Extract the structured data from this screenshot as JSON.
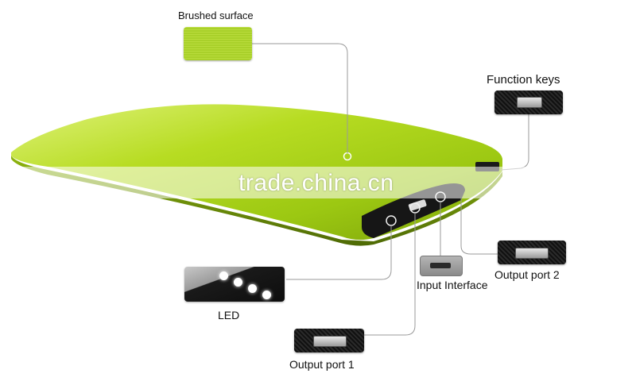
{
  "labels": {
    "brushed_surface": "Brushed surface",
    "function_keys": "Function keys",
    "output_port_2": "Output port 2",
    "input_interface": "Input Interface",
    "led": "LED",
    "output_port_1": "Output port 1"
  },
  "watermark": "trade.china.cn",
  "colors": {
    "product_green": "#a8d41c",
    "leader_line": "#9a9a9a",
    "carbon_dark": "#151515"
  }
}
